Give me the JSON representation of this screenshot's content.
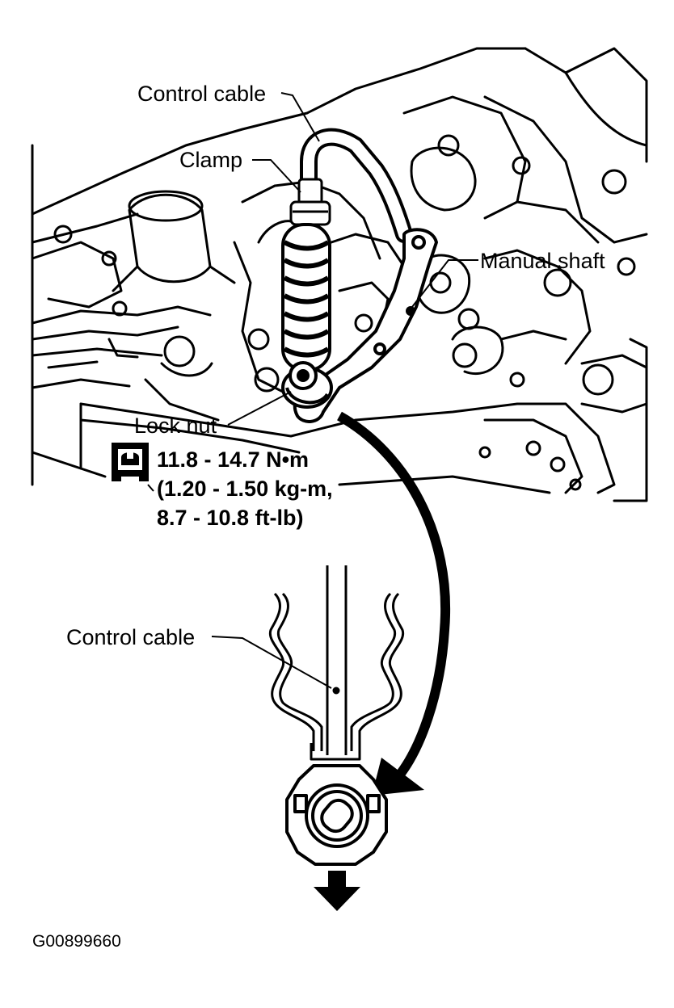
{
  "labels": {
    "control_cable_top": "Control cable",
    "clamp": "Clamp",
    "manual_shaft": "Manual shaft",
    "lock_nut": "Lock nut",
    "control_cable_bottom": "Control cable"
  },
  "torque": {
    "line1": "11.8 - 14.7 N•m",
    "line2": "(1.20 - 1.50 kg-m,",
    "line3": "8.7 - 10.8 ft-lb)"
  },
  "figure_id": "G00899660",
  "icons": [
    "torque-wrench-icon",
    "rotation-arrow",
    "pull-direction-arrow"
  ]
}
